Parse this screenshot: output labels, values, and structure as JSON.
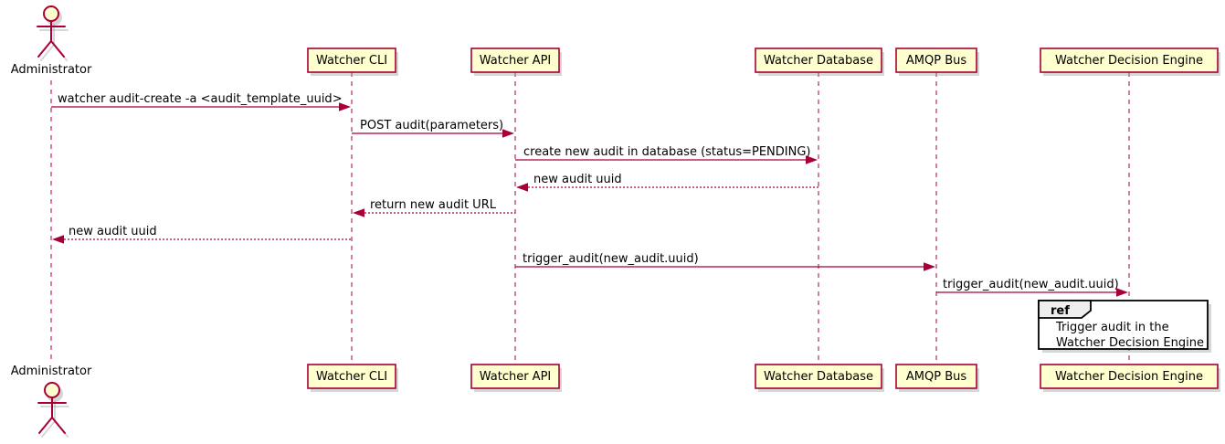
{
  "diagram": {
    "type": "sequence",
    "tool_style": "plantuml",
    "colors": {
      "background": "#FFFFFF",
      "participant_fill": "#FEFECE",
      "participant_border": "#A80036",
      "line": "#A80036",
      "text": "#000000",
      "ref_fill": "#FFFFFF",
      "ref_tab_fill": "#EEEEEE",
      "ref_border": "#000000",
      "shadow": "#9B9B9B"
    },
    "actor": {
      "name": "Administrator",
      "type": "actor"
    },
    "participants": [
      {
        "id": "watcher-cli",
        "label": "Watcher CLI"
      },
      {
        "id": "watcher-api",
        "label": "Watcher API"
      },
      {
        "id": "watcher-database",
        "label": "Watcher Database"
      },
      {
        "id": "amqp-bus",
        "label": "AMQP Bus"
      },
      {
        "id": "watcher-decision-engine",
        "label": "Watcher Decision Engine"
      }
    ],
    "messages": [
      {
        "seq": 1,
        "from": "Administrator",
        "to": "Watcher CLI",
        "label": "watcher audit-create -a <audit_template_uuid>",
        "line_style": "solid",
        "direction": "right"
      },
      {
        "seq": 2,
        "from": "Watcher CLI",
        "to": "Watcher API",
        "label": "POST audit(parameters)",
        "line_style": "solid",
        "direction": "right"
      },
      {
        "seq": 3,
        "from": "Watcher API",
        "to": "Watcher Database",
        "label": "create new audit in database (status=PENDING)",
        "line_style": "solid",
        "direction": "right"
      },
      {
        "seq": 4,
        "from": "Watcher Database",
        "to": "Watcher API",
        "label": "new audit uuid",
        "line_style": "dashed",
        "direction": "left"
      },
      {
        "seq": 5,
        "from": "Watcher API",
        "to": "Watcher CLI",
        "label": "return new audit URL",
        "line_style": "dashed",
        "direction": "left"
      },
      {
        "seq": 6,
        "from": "Watcher CLI",
        "to": "Administrator",
        "label": "new audit uuid",
        "line_style": "dashed",
        "direction": "left"
      },
      {
        "seq": 7,
        "from": "Watcher API",
        "to": "AMQP Bus",
        "label": "trigger_audit(new_audit.uuid)",
        "line_style": "solid",
        "direction": "right"
      },
      {
        "seq": 8,
        "from": "AMQP Bus",
        "to": "Watcher Decision Engine",
        "label": "trigger_audit(new_audit.uuid)",
        "line_style": "solid",
        "direction": "right"
      }
    ],
    "ref": {
      "keyword": "ref",
      "over": "Watcher Decision Engine",
      "lines": [
        "Trigger audit in the",
        "Watcher Decision Engine"
      ]
    }
  }
}
